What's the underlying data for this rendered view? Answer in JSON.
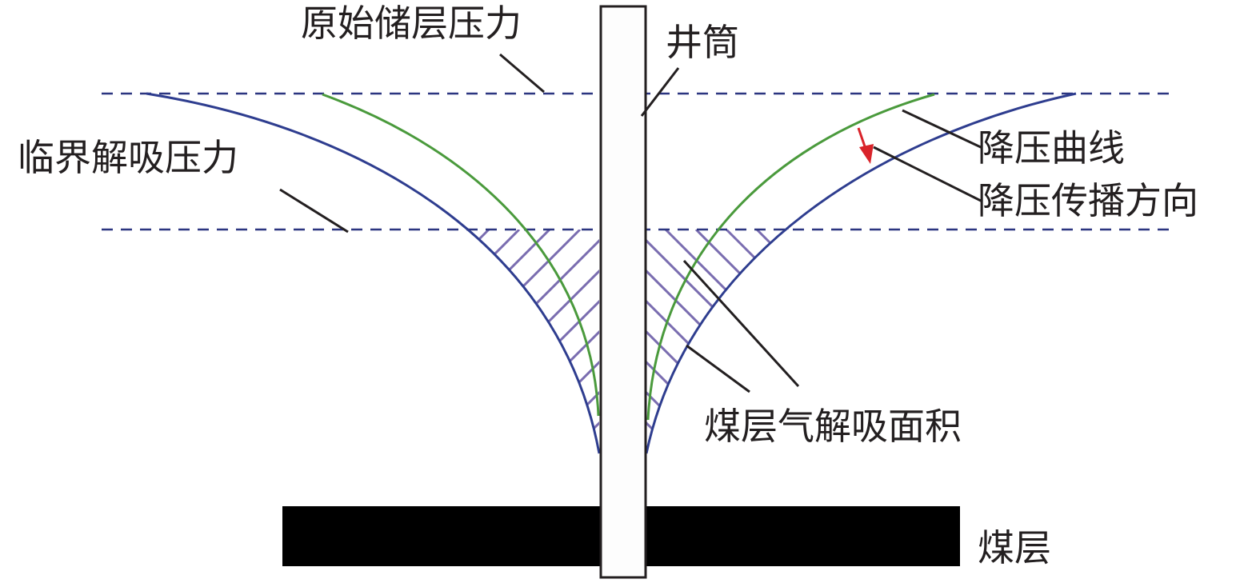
{
  "labels": {
    "original_pressure": "原始储层压力",
    "wellbore": "井筒",
    "critical_desorption_pressure": "临界解吸压力",
    "depressurization_curve": "降压曲线",
    "propagation_direction": "降压传播方向",
    "desorption_area": "煤层气解吸面积",
    "coal_seam": "煤层"
  },
  "colors": {
    "pressure_line": "#2b3580",
    "blue_curve": "#2e3d8f",
    "green_curve": "#4a9a3c",
    "hatch": "#7a6db0",
    "arrow": "#d9232a",
    "coal": "#000000"
  }
}
